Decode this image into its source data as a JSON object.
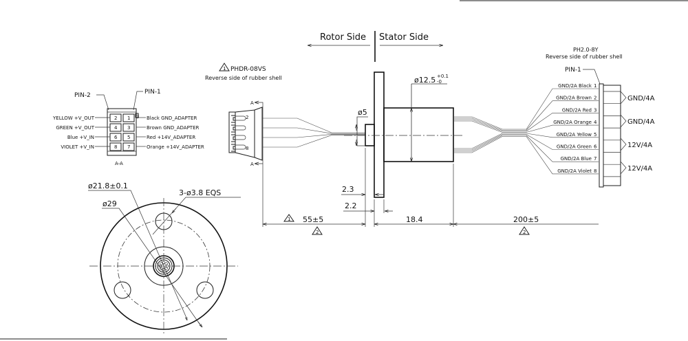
{
  "header": {
    "rotor_side": "Rotor Side",
    "stator_side": "Stator Side"
  },
  "section_aa": {
    "title": "A-A",
    "pin2_label": "PIN-2",
    "pin1_label": "PIN-1",
    "left_labels": [
      "YELLOW +V_OUT",
      "GREEN +V_OUT",
      "Blue +V_IN",
      "VIOLET +V_IN"
    ],
    "right_labels": [
      "Black GND_ADAPTER",
      "Brown GND_ADAPTER",
      "Red +14V_ADAPTER",
      "Orange +14V_ADAPTER"
    ],
    "pin_grid": [
      [
        "2",
        "1"
      ],
      [
        "4",
        "3"
      ],
      [
        "6",
        "5"
      ],
      [
        "8",
        "7"
      ]
    ],
    "key_marker": "3"
  },
  "rotor_connector": {
    "note_marker": "1",
    "part": "PHDR-08VS",
    "note": "Reverse side of rubber shell",
    "section_marker": "A",
    "pin_top": "2",
    "pin_bottom": "8"
  },
  "stator_connector": {
    "part": "PH2.0-8Y",
    "note": "Reverse side of rubber shell",
    "pin1_label": "PIN-1",
    "wires": [
      {
        "label": "GND/2A Black",
        "pin": "1"
      },
      {
        "label": "GND/2A Brown",
        "pin": "2"
      },
      {
        "label": "GND/2A Red",
        "pin": "3"
      },
      {
        "label": "GND/2A Orange",
        "pin": "4"
      },
      {
        "label": "GND/2A Yellow",
        "pin": "5"
      },
      {
        "label": "GND/2A Green",
        "pin": "6"
      },
      {
        "label": "GND/2A Blue",
        "pin": "7"
      },
      {
        "label": "GND/2A Violet",
        "pin": "8"
      }
    ],
    "groups": [
      "GND/4A",
      "GND/4A",
      "12V/4A",
      "12V/4A"
    ]
  },
  "dimensions": {
    "body_diameter": "ø12.5",
    "body_tol_upper": "+0.1",
    "body_tol_lower": "-0",
    "shaft_diameter": "ø5",
    "flange_thickness": "2.3",
    "shaft_length": "2.2",
    "rotor_lead": "55±5",
    "body_length": "18.4",
    "stator_lead": "200±5",
    "rotor_lead_notes": [
      "1",
      "2"
    ],
    "stator_lead_note": "2"
  },
  "front_view": {
    "bolt_circle": "ø21.8±0.1",
    "flange_diameter": "ø29",
    "holes": "3-ø3.8 EQS"
  }
}
